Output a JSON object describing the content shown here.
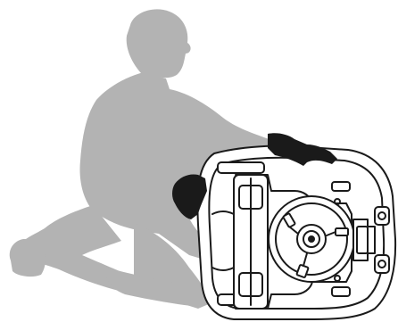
{
  "illustration": {
    "subject": "person-kneeling-tilting-robotic-mower",
    "icons": {
      "person": "kneeling-person-silhouette",
      "gloves": "protective-glove-icon",
      "mower": "robotic-lawn-mower-underside",
      "blade_disc": "cutting-blade-disc-icon"
    },
    "colors": {
      "silhouette": "#b3b3b3",
      "gloves": "#1a1a1a",
      "mower_body": "#ffffff",
      "outline": "#1a1a1a"
    },
    "blade_count": 3
  }
}
